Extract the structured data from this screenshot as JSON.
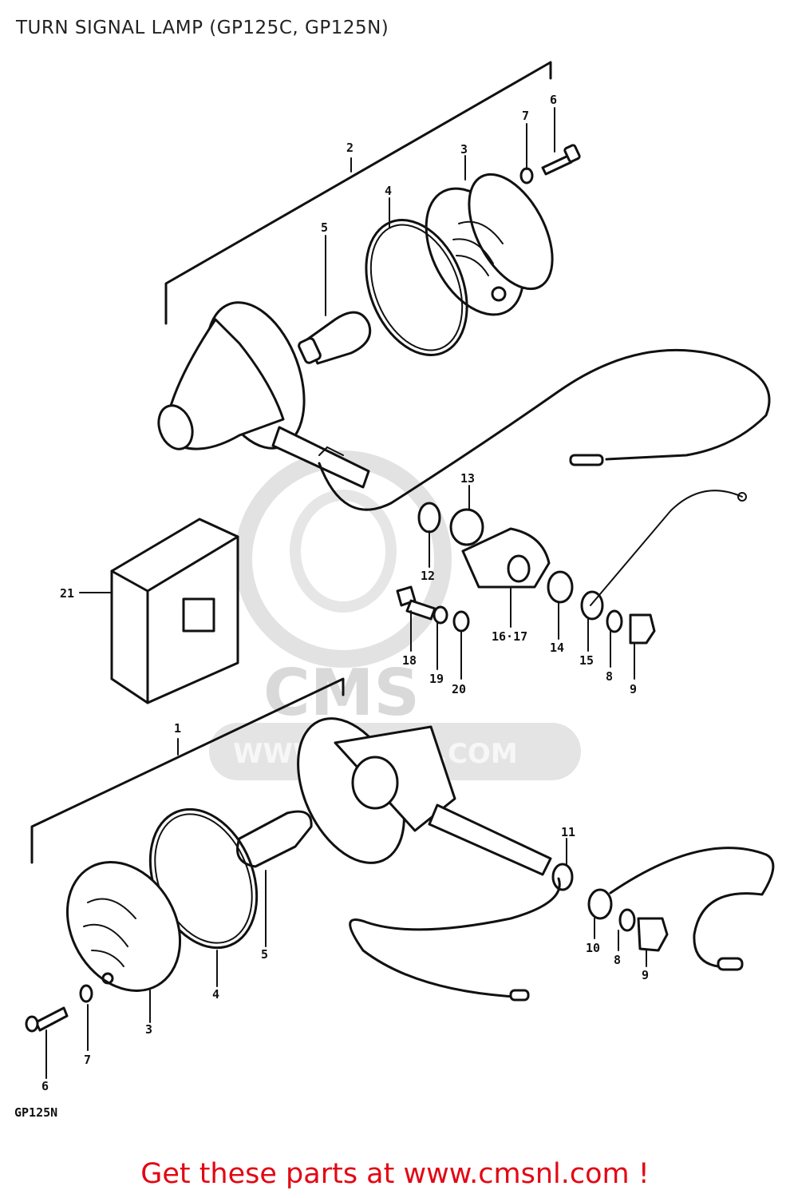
{
  "title": "TURN SIGNAL LAMP (GP125C, GP125N)",
  "footer": "Get these parts at www.cmsnl.com !",
  "watermark": {
    "brand": "CMS",
    "url": "WWW.CMSNL.COM"
  },
  "model_label": "GP125N",
  "colors": {
    "footer": "#e30613",
    "watermark": "#d9d9d9",
    "ink": "#111111"
  },
  "callouts": [
    {
      "id": "c1",
      "text": "1"
    },
    {
      "id": "c2",
      "text": "2"
    },
    {
      "id": "c3a",
      "text": "3"
    },
    {
      "id": "c3b",
      "text": "3"
    },
    {
      "id": "c4a",
      "text": "4"
    },
    {
      "id": "c4b",
      "text": "4"
    },
    {
      "id": "c5a",
      "text": "5"
    },
    {
      "id": "c5b",
      "text": "5"
    },
    {
      "id": "c6a",
      "text": "6"
    },
    {
      "id": "c6b",
      "text": "6"
    },
    {
      "id": "c7a",
      "text": "7"
    },
    {
      "id": "c7b",
      "text": "7"
    },
    {
      "id": "c8a",
      "text": "8"
    },
    {
      "id": "c8b",
      "text": "8"
    },
    {
      "id": "c9a",
      "text": "9"
    },
    {
      "id": "c9b",
      "text": "9"
    },
    {
      "id": "c10",
      "text": "10"
    },
    {
      "id": "c11",
      "text": "11"
    },
    {
      "id": "c12",
      "text": "12"
    },
    {
      "id": "c13",
      "text": "13"
    },
    {
      "id": "c14",
      "text": "14"
    },
    {
      "id": "c15",
      "text": "15"
    },
    {
      "id": "c1617",
      "text": "16·17"
    },
    {
      "id": "c18",
      "text": "18"
    },
    {
      "id": "c19",
      "text": "19"
    },
    {
      "id": "c20",
      "text": "20"
    },
    {
      "id": "c21",
      "text": "21"
    }
  ]
}
